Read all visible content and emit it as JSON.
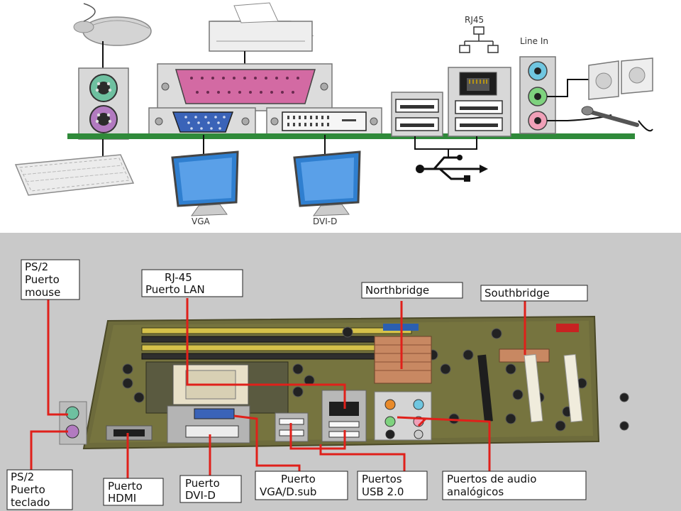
{
  "top_diagram": {
    "rj45_label": "RJ45",
    "line_in_label": "Line In",
    "vga_label": "VGA",
    "dvid_label": "DVI-D"
  },
  "callouts": {
    "ps2_mouse": {
      "line1": "PS/2",
      "line2": "Puerto",
      "line3": "mouse"
    },
    "rj45_lan": {
      "line1": "RJ-45",
      "line2": "Puerto LAN"
    },
    "northbridge": {
      "line1": "Northbridge"
    },
    "southbridge": {
      "line1": "Southbridge"
    },
    "ps2_keyboard": {
      "line1": "PS/2",
      "line2": "Puerto",
      "line3": "teclado"
    },
    "hdmi": {
      "line1": "Puerto",
      "line2": "HDMI"
    },
    "dvid": {
      "line1": "Puerto",
      "line2": "DVI-D"
    },
    "vga_dsub": {
      "line1": "Puerto",
      "line2": "VGA/D.sub"
    },
    "usb2": {
      "line1": "Puertos",
      "line2": "USB 2.0"
    },
    "audio": {
      "line1": "Puertos de audio",
      "line2": "analógicos"
    }
  },
  "colors": {
    "callout_line": "#e0201a",
    "panel_gray": "#c9c9c9",
    "board_green": "#2f8a3a",
    "ps2_mouse_green": "#6ec0a0",
    "ps2_keyboard_purple": "#b27ac0",
    "parallel_pink": "#d36aa3",
    "vga_blue": "#3a63b8",
    "audio_blue": "#6fc6e0",
    "audio_green": "#7ed27e",
    "audio_pink": "#f0a0b8"
  }
}
